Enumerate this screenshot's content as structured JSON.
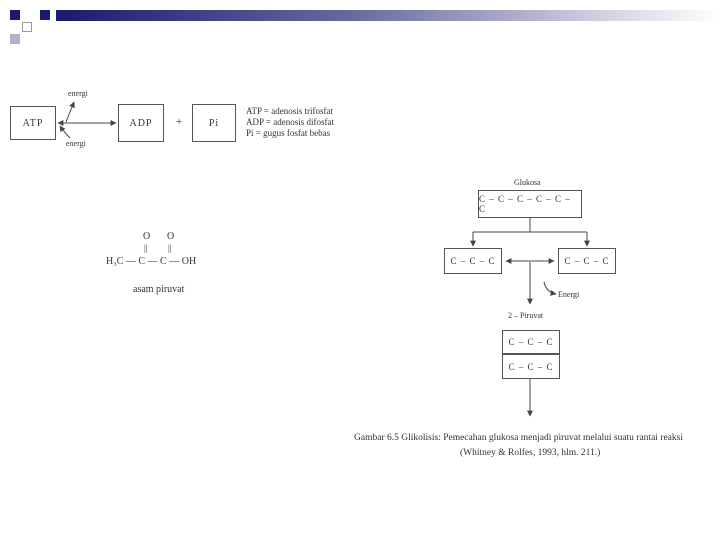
{
  "header": {
    "square_colors": [
      "#1a1a6e",
      "#ffffff",
      "#b0b0cc",
      "#1a1a6e"
    ],
    "bar_color": "#1a1a6e"
  },
  "atp_diagram": {
    "atp": "ATP",
    "adp": "ADP",
    "plus": "+",
    "pi": "Pi",
    "energy_top": "energi",
    "energy_bottom": "energi",
    "legend": [
      "ATP = adenosis trifosfat",
      "ADP = adenosis difosfat",
      "Pi = gugus fosfat bebas"
    ]
  },
  "pyruvate": {
    "o_left": "O",
    "o_right": "O",
    "bond_left": "||",
    "bond_right": "||",
    "chain": "H₃C — C — C — OH",
    "label": "asam piruvat"
  },
  "glycolysis": {
    "glucose_label": "Glukosa",
    "glucose_chain": "C – C – C – C – C – C",
    "left_fragment": "C – C – C",
    "right_fragment": "C – C – C",
    "energy_label": "Energi",
    "pyruvate_label": "2 – Piruvat",
    "pyruvate_top": "C – C – C",
    "pyruvate_bottom": "C – C – C",
    "caption_line1": "Gambar 6.5  Glikolisis: Pemecahan glukosa menjadi piruvat melalui suatu rantai reaksi",
    "caption_line2": "(Whitney & Rolfes, 1993, hlm. 211.)"
  }
}
